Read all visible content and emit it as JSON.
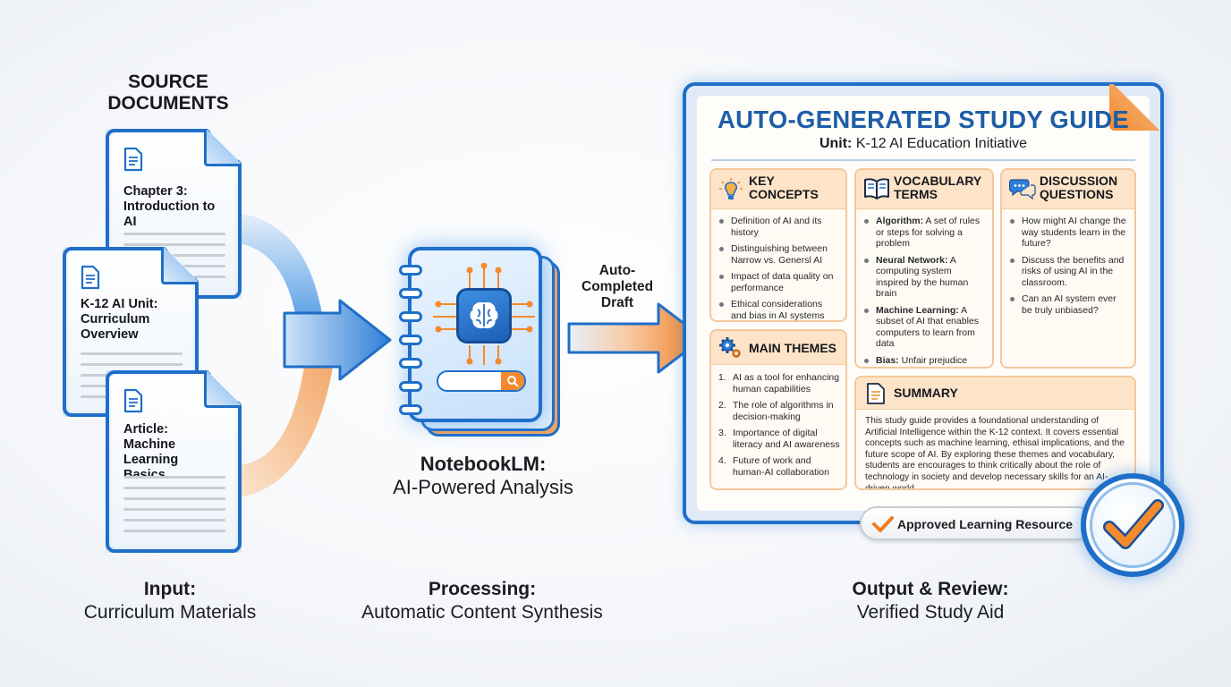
{
  "source": {
    "title_line1": "SOURCE",
    "title_line2": "DOCUMENTS",
    "docs": [
      {
        "line1": "Chapter 3:",
        "line2": "Introduction to AI"
      },
      {
        "line1": "K-12 AI Unit:",
        "line2": "Curriculum",
        "line3": "Overview"
      },
      {
        "line1": "Article:",
        "line2": "Machine Learning",
        "line3": "Basics"
      }
    ]
  },
  "stages": {
    "input": {
      "title": "Input:",
      "subtitle": "Curriculum Materials"
    },
    "processing": {
      "title": "Processing:",
      "subtitle": "Automatic Content Synthesis"
    },
    "output": {
      "title": "Output & Review:",
      "subtitle": "Verified Study Aid"
    }
  },
  "notebook": {
    "title": "NotebookLM:",
    "subtitle": "AI-Powered Analysis"
  },
  "arrow_label": {
    "line1": "Auto-",
    "line2": "Completed",
    "line3": "Draft"
  },
  "guide": {
    "title": "AUTO-GENERATED STUDY GUIDE",
    "unit_label": "Unit:",
    "unit_value": "K-12 AI Education Initiative",
    "key_concepts": {
      "title_line1": "KEY",
      "title_line2": "CONCEPTS",
      "items": [
        "Definition of AI and its history",
        "Distinguishing between Narrow vs. Genersl AI",
        "Impact of data quality on performance",
        "Ethical considerations and bias in AI systems"
      ]
    },
    "vocabulary": {
      "title_line1": "VOCABULARY",
      "title_line2": "TERMS",
      "items": [
        {
          "term": "Algorithm:",
          "def": " A set of rules or steps for solving a problem"
        },
        {
          "term": "Neural Network:",
          "def": " A computing system inspired by the human brain"
        },
        {
          "term": "Machine Learning:",
          "def": " A subset of AI that enables computers to learn from data"
        },
        {
          "term": "Bias:",
          "def": " Unfair prejudice generated by an AI system"
        }
      ]
    },
    "discussion": {
      "title_line1": "DISCUSSION",
      "title_line2": "QUESTIONS",
      "items": [
        "How might AI change the way students learn in the future?",
        "Discuss the benefits and risks of using AI in the classroom.",
        "Can an AI system ever be truly unbiased?"
      ]
    },
    "themes": {
      "title": "MAIN THEMES",
      "items": [
        {
          "num": "1.",
          "text": "AI as a tool for enhancing human capabilities"
        },
        {
          "num": "2.",
          "text": "The role of algorithms in decision-making"
        },
        {
          "num": "3.",
          "text": "Importance of digital literacy and AI awareness"
        },
        {
          "num": "4.",
          "text": "Future of work and human-AI collaboration"
        }
      ]
    },
    "summary": {
      "title": "SUMMARY",
      "text": "This study guide provides a foundational understanding of Artificial Intelligence within the K-12 context. It covers essential concepts such as machine learning, ethisal implications, and the future scope of AI. By exploring these themes and vocabulary, students are encourages to think critically about the role of technology in society and develop necessary skills for an AI-driven world."
    }
  },
  "approved": {
    "label": "Approved Learning Resource"
  },
  "colors": {
    "blue": "#1f6fc8",
    "orange": "#f48a2c",
    "title_blue": "#1c5ea7",
    "card_header": "#fde4c9"
  }
}
